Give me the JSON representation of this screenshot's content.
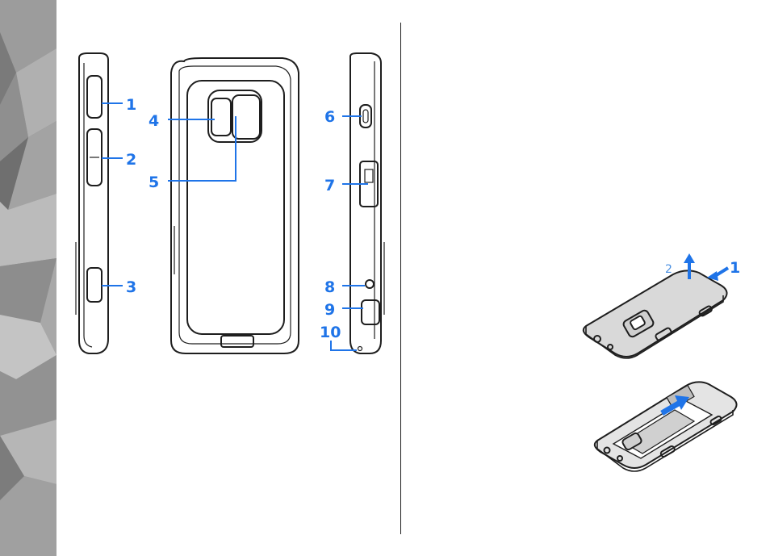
{
  "figure_device": {
    "callouts": [
      "1",
      "2",
      "3",
      "4",
      "5",
      "6",
      "7",
      "8",
      "9",
      "10"
    ]
  },
  "figure_back_cover": {
    "callouts": [
      "1",
      "2"
    ]
  },
  "colors": {
    "callout": "#1f74e8",
    "outline": "#1e1e1e",
    "sidebar": "#8a8a8a"
  }
}
